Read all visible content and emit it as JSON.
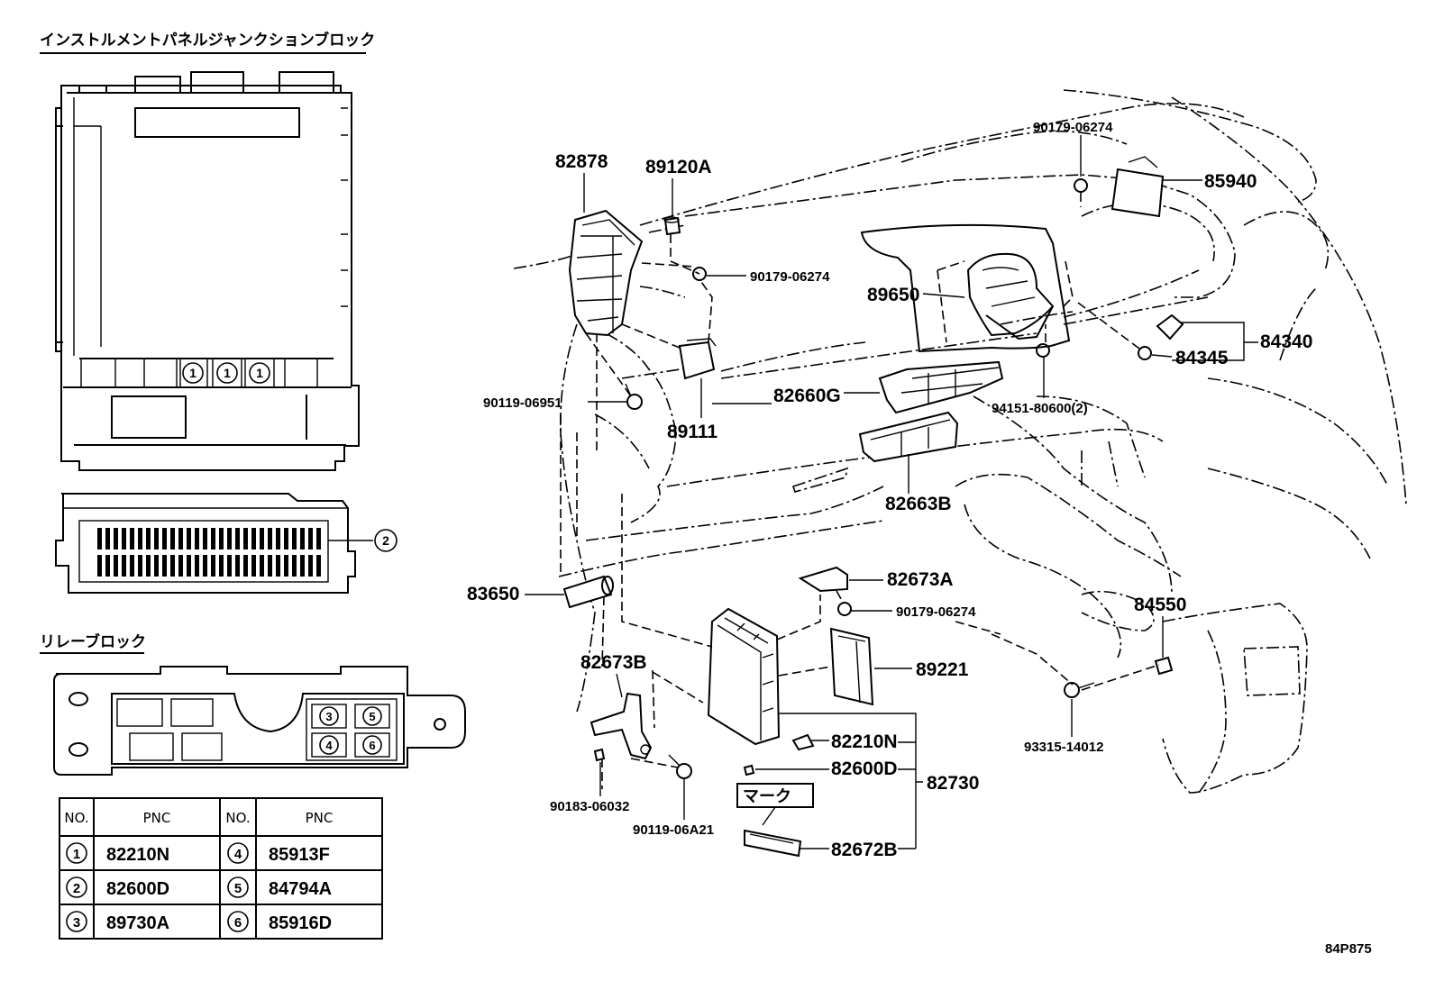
{
  "junction_block": {
    "title": "インストルメントパネルジャンクションブロック",
    "markers": [
      "1",
      "1",
      "1",
      "2"
    ]
  },
  "relay_block": {
    "title": "リレーブロック",
    "markers": [
      "3",
      "5",
      "4",
      "6"
    ]
  },
  "table": {
    "headers": [
      "NO.",
      "PNC",
      "NO.",
      "PNC"
    ],
    "rows": [
      {
        "no_left": "1",
        "pnc_left": "82210N",
        "no_right": "4",
        "pnc_right": "85913F"
      },
      {
        "no_left": "2",
        "pnc_left": "82600D",
        "no_right": "5",
        "pnc_right": "84794A"
      },
      {
        "no_left": "3",
        "pnc_left": "89730A",
        "no_right": "6",
        "pnc_right": "85916D"
      }
    ]
  },
  "parts": {
    "p82878": "82878",
    "p89120A": "89120A",
    "p90179_top": "90179-06274",
    "p85940": "85940",
    "p90179_mid": "90179-06274",
    "p89650": "89650",
    "p84340": "84340",
    "p84345": "84345",
    "p90119_06951": "90119-06951",
    "p82660G": "82660G",
    "p89111": "89111",
    "p94151": "94151-80600(2)",
    "p82663B": "82663B",
    "p83650": "83650",
    "p82673A": "82673A",
    "p90179_low": "90179-06274",
    "p84550": "84550",
    "p82673B": "82673B",
    "p89221": "89221",
    "p82210N": "82210N",
    "p82600D": "82600D",
    "p82730": "82730",
    "p93315": "93315-14012",
    "p90183": "90183-06032",
    "p90119_06A21": "90119-06A21",
    "mark": "マーク",
    "p82672B": "82672B"
  },
  "figure_code": "84P875"
}
